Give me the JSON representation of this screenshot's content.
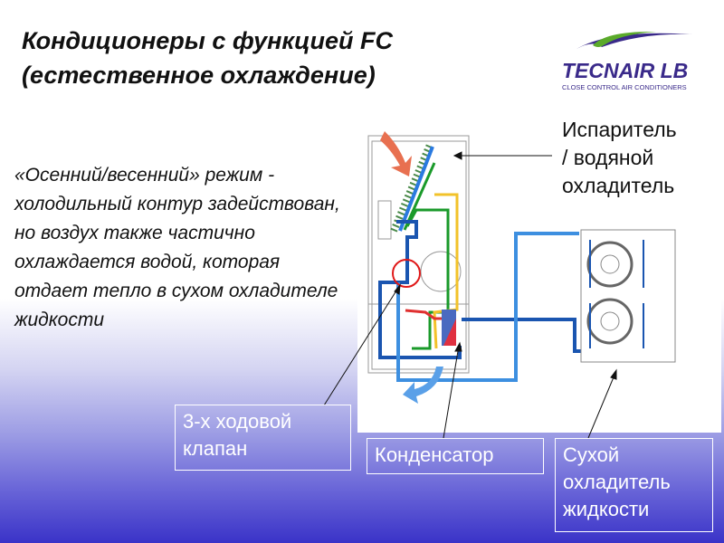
{
  "slide": {
    "title_line1": "Кондиционеры с функцией FC",
    "title_line2": "(естественное охлаждение)",
    "description": "«Осенний/весенний» режим - холодильный контур задействован, но воздух также частично охлаждается водой, которая отдает тепло в сухом охладителе жидкости"
  },
  "logo": {
    "brand": "TECNAIR LB",
    "tagline": "CLOSE CONTROL AIR CONDITIONERS"
  },
  "labels": {
    "evaporator_line1": "Испаритель",
    "evaporator_line2": "/ водяной",
    "evaporator_line3": "охладитель",
    "valve_line1": "3-х ходовой",
    "valve_line2": "клапан",
    "condenser": "Конденсатор",
    "drycooler_line1": "Сухой",
    "drycooler_line2": "охладитель",
    "drycooler_line3": "жидкости"
  },
  "colors": {
    "water_light": "#3d8fe0",
    "water_dark": "#1a55b0",
    "refrigerant_green": "#1a9a2a",
    "refrigerant_yellow": "#f2c22a",
    "hot_red": "#e03030",
    "logo_purple": "#3a2a8a",
    "logo_green": "#5aaa2a"
  }
}
